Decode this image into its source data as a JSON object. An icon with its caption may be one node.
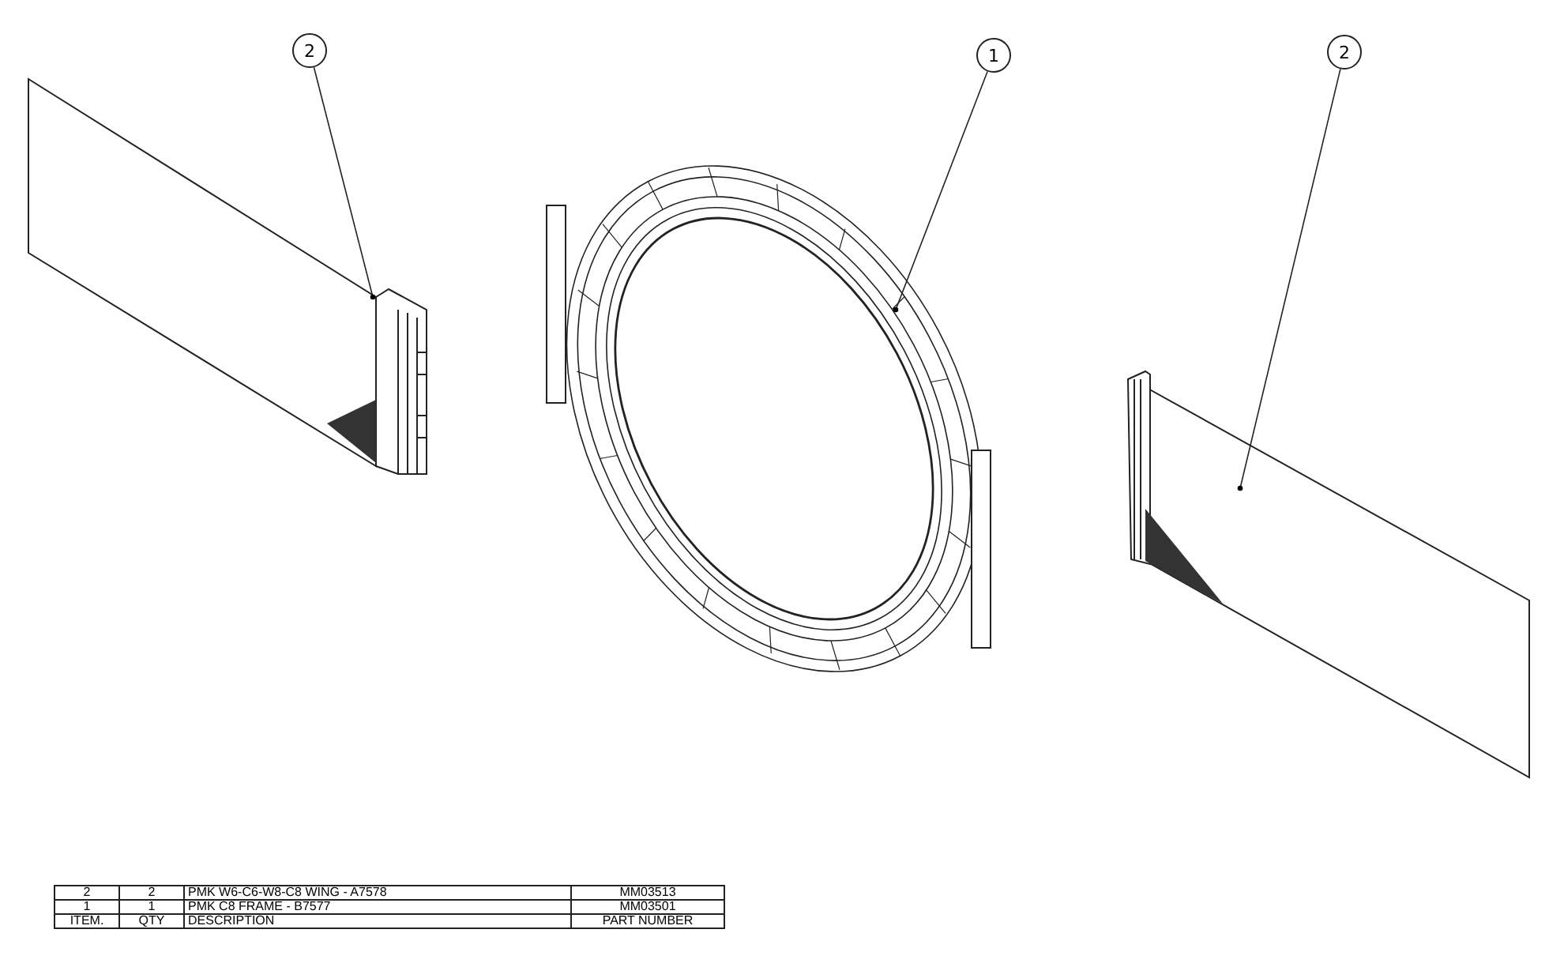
{
  "diagram": {
    "nodes": [
      {
        "text": [
          "2"
        ]
      },
      {
        "text": [
          "1"
        ]
      },
      {
        "text": [
          "2"
        ]
      },
      {
        "text": [],
        "shape": "picture"
      },
      {
        "text": [],
        "shape": "picture"
      },
      {
        "text": [],
        "shape": "picture"
      }
    ],
    "edges": [
      {
        "from": 0,
        "to": 3,
        "arrow": "other"
      },
      {
        "from": 1,
        "to": 4,
        "arrow": "other"
      },
      {
        "from": 2,
        "to": 5,
        "arrow": "other"
      }
    ],
    "labels": [
      "2",
      "2",
      "PMK W6-C6-W8-C8 WING - A7578",
      "MM03513",
      "1",
      "1",
      "PMK C8 FRAME - B7577",
      "MM03501",
      "ITEM.",
      "QTY",
      "DESCRIPTION",
      "PART NUMBER"
    ]
  }
}
